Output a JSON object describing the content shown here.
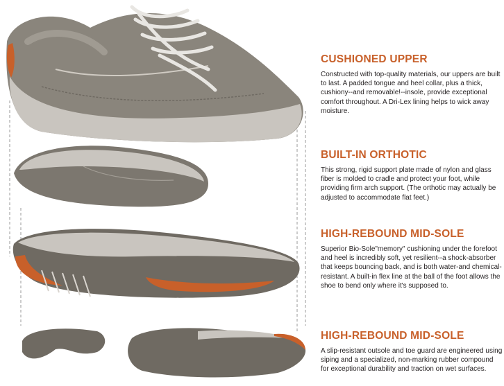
{
  "colors": {
    "accent": "#c8602a",
    "text": "#231f20",
    "shoe_upper": "#7c776f",
    "sole": "#c9c5bf",
    "orange_insert": "#c8602a"
  },
  "sections": [
    {
      "title": "CUSHIONED UPPER",
      "text": "Constructed with top-quality materials, our uppers are built to last. A padded tongue and heel collar, plus a thick, cushiony--and removable!--insole, provide exceptional comfort throughout. A Dri-Lex lining helps to wick away moisture."
    },
    {
      "title": "BUILT-IN ORTHOTIC",
      "text": "This strong, rigid support plate made of nylon and glass fiber is molded to cradle and protect your foot, while providing firm arch support. (The orthotic may actually be adjusted to accommodate flat feet.)"
    },
    {
      "title": "HIGH-REBOUND MID-SOLE",
      "text": "Superior Bio-Sole\"memory\" cushioning under the forefoot and heel is incredibly soft, yet resilient--a shock-absorber that keeps bouncing back, and is both water-and chemical-resistant. A built-in flex line at the ball of the foot allows the shoe to bend only where it's supposed to."
    },
    {
      "title": "HIGH-REBOUND MID-SOLE",
      "text": "A slip-resistant outsole and toe guard are engineered using siping and a specialized, non-marking rubber compound for exceptional durability and traction on wet surfaces."
    }
  ]
}
